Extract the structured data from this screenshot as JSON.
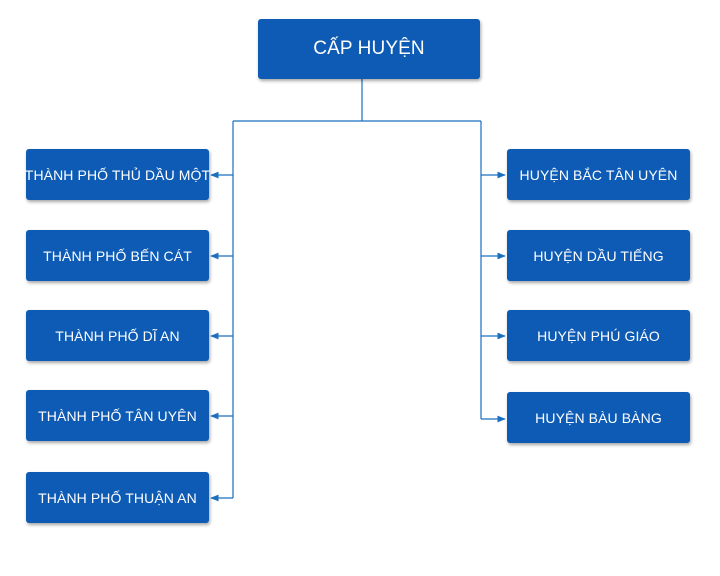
{
  "root": {
    "label": "CẤP HUYỆN"
  },
  "left_nodes": [
    {
      "label": "THÀNH PHỐ THỦ DẦU MỘT"
    },
    {
      "label": "THÀNH PHỐ BẾN CÁT"
    },
    {
      "label": "THÀNH PHỐ DĨ AN"
    },
    {
      "label": "THÀNH PHỐ TÂN UYÊN"
    },
    {
      "label": "THÀNH PHỐ THUẬN AN"
    }
  ],
  "right_nodes": [
    {
      "label": "HUYỆN BẮC TÂN UYÊN"
    },
    {
      "label": "HUYỆN DẦU TIẾNG"
    },
    {
      "label": "HUYỆN PHÚ GIÁO"
    },
    {
      "label": "HUYỆN BÀU BÀNG"
    }
  ],
  "colors": {
    "box_fill": "#0d5bb5",
    "box_text": "#ffffff",
    "connector": "#1a6fc0"
  }
}
